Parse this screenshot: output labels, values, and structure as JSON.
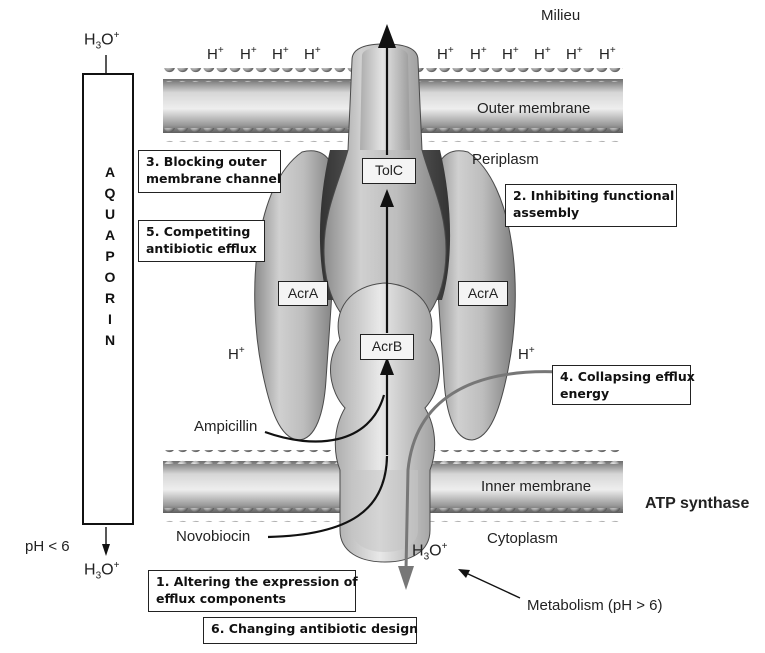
{
  "labels": {
    "milieu": "Milieu",
    "outer_membrane": "Outer membrane",
    "periplasm": "Periplasm",
    "inner_membrane": "Inner membrane",
    "cytoplasm": "Cytoplasm",
    "atp_synthase": "ATP synthase",
    "ampicillin": "Ampicillin",
    "novobiocin": "Novobiocin",
    "metabolism": "Metabolism (pH > 6)",
    "ph_low": "pH < 6",
    "h3o_top_left": "H3O+",
    "h3o_bottom_left": "H3O+",
    "h3o_bottom_center": "H3O+",
    "h_plus": "H+"
  },
  "proteins": {
    "tolc": "TolC",
    "acra_left": "AcrA",
    "acra_right": "AcrA",
    "acrb": "AcrB"
  },
  "aquaporin": {
    "letters": [
      "A",
      "Q",
      "U",
      "A",
      "P",
      "O",
      "R",
      "I",
      "N"
    ]
  },
  "strategies": {
    "s1_line1": "1. Altering the expression of",
    "s1_line2": "efflux components",
    "s2_line1": "2. Inhibiting functional",
    "s2_line2": "assembly",
    "s3_line1": "3. Blocking outer",
    "s3_line2": "membrane channel",
    "s4_line1": "4. Collapsing efflux",
    "s4_line2": "energy",
    "s5_line1": "5. Competiting",
    "s5_line2": "antibiotic efflux",
    "s6_line1": "6. Changing antibiotic design"
  }
}
